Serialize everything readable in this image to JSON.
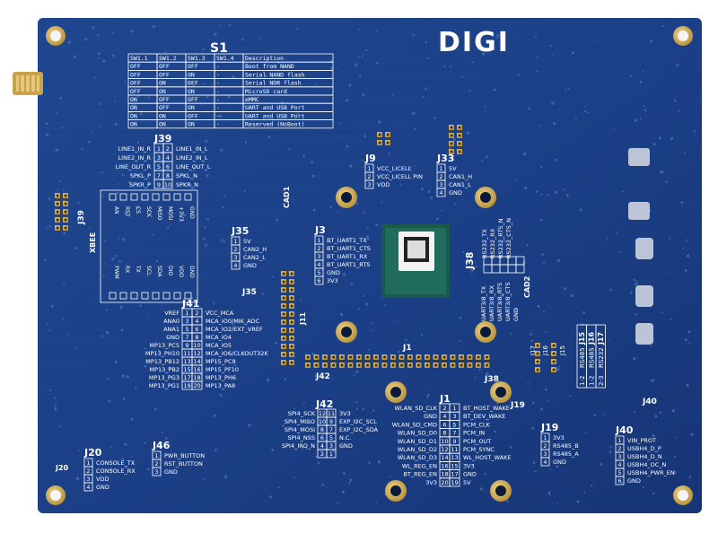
{
  "brand": "DIGI",
  "colors": {
    "pcb": "#1c3f8a",
    "pcb_dark": "#142f6b",
    "silk": "#ffffff",
    "gold": "#c9a24a",
    "hole": "#0c1a3a"
  },
  "s1": {
    "title": "S1",
    "headers": [
      "SW1.1",
      "SW1.2",
      "SW1.3",
      "SW1.4",
      "Description"
    ],
    "rows": [
      [
        "OFF",
        "OFF",
        "OFF",
        "-",
        "Boot from NAND"
      ],
      [
        "OFF",
        "OFF",
        "ON",
        "-",
        "Serial NAND flash"
      ],
      [
        "OFF",
        "ON",
        "OFF",
        "-",
        "Serial NOR flash"
      ],
      [
        "OFF",
        "ON",
        "ON",
        "-",
        "MicroSD card"
      ],
      [
        "ON",
        "OFF",
        "OFF",
        "-",
        "eMMC"
      ],
      [
        "ON",
        "OFF",
        "ON",
        "-",
        "UART and USB Port"
      ],
      [
        "ON",
        "ON",
        "OFF",
        "-",
        "UART and USB Port"
      ],
      [
        "ON",
        "ON",
        "ON",
        "-",
        "Reserved (NoBoot)"
      ]
    ]
  },
  "j39": {
    "title": "J39",
    "side_label": "J39",
    "left": [
      "LINE1_IN_R",
      "LINE2_IN_R",
      "LINE_OUT_R",
      "SPKL_P",
      "SPKR_P"
    ],
    "right": [
      "LINE1_IN_L",
      "LINE2_IN_L",
      "LINE_OUT_L",
      "SPKL_N",
      "SPKR_N"
    ],
    "pins_left": [
      "1",
      "3",
      "5",
      "7",
      "9"
    ],
    "pins_right": [
      "2",
      "4",
      "6",
      "8",
      "10"
    ]
  },
  "xbee": {
    "title": "XBEE",
    "top_pins": [
      "PWM",
      "RX",
      "TX",
      "SCL",
      "SDA",
      "DIO",
      "VDD",
      "GND"
    ],
    "bot_pins": [
      "AN",
      "RST",
      "CS",
      "SCK",
      "MISO",
      "MOSI",
      "+3V3",
      "GND"
    ]
  },
  "cad1": "CAD1",
  "cad2": "CAD2",
  "j9": {
    "title": "J9",
    "pins": [
      "1",
      "2",
      "3"
    ],
    "labels": [
      "VCC_LICELL",
      "VCC_LICELL PIN",
      "VDD"
    ]
  },
  "j33": {
    "title": "J33",
    "pins": [
      "1",
      "2",
      "3",
      "4"
    ],
    "labels": [
      "5V",
      "CAN1_H",
      "CAN1_L",
      "GND"
    ]
  },
  "j35": {
    "title": "J35",
    "pins": [
      "1",
      "2",
      "3",
      "4"
    ],
    "labels": [
      "5V",
      "CAN2_H",
      "CAN2_L",
      "GND"
    ]
  },
  "j3": {
    "title": "J3",
    "pins": [
      "1",
      "2",
      "3",
      "4",
      "5",
      "6"
    ],
    "labels": [
      "BT_UART1_TX",
      "BT_UART1_CTS",
      "BT_UART1_RX",
      "BT_UART1_RTS",
      "GND",
      "3V3"
    ]
  },
  "j38": {
    "title": "J38",
    "labels_top": [
      "RS232_TX",
      "RS232_RX",
      "RS232_RTS_N",
      "RS232_CTS_N"
    ],
    "labels_bot": [
      "UART3/8_TX",
      "UART3/8_RX",
      "UART3/8_RTS",
      "UART3/8_CTS",
      "GND"
    ]
  },
  "j41": {
    "title": "J41",
    "pins_left": [
      "1",
      "3",
      "5",
      "7",
      "9",
      "11",
      "13",
      "15",
      "17",
      "19"
    ],
    "pins_right": [
      "2",
      "4",
      "6",
      "8",
      "10",
      "12",
      "14",
      "16",
      "18",
      "20"
    ],
    "left": [
      "VREF",
      "ANA0",
      "ANA1",
      "GND",
      "MP13_PC5",
      "MP13_PH10",
      "MP13_PB12",
      "MP13_PB2",
      "MP13_PG3",
      "MP13_PG1"
    ],
    "right": [
      "VCC_MCA",
      "MCA_IO0/MIK_ADC",
      "MCA_IO2/EXT_VREF",
      "MCA_IO4",
      "MCA_IO5",
      "MCA_IO6/CLKOUT32K",
      "MP15_PC9",
      "MP15_PF10",
      "MP13_PH6",
      "MP13_PA8"
    ]
  },
  "j42": {
    "title": "J42",
    "pins_left": [
      "12",
      "10",
      "8",
      "6",
      "4",
      "2"
    ],
    "pins_right": [
      "11",
      "9",
      "7",
      "5",
      "3",
      "1"
    ],
    "left": [
      "SPI4_SCK",
      "SPI4_MISO",
      "SPI4_MOSI",
      "SPI4_NSS",
      "SPI4_IRQ_N",
      ""
    ],
    "right": [
      "3V3",
      "EXP_I2C_SCL",
      "EXP_I2C_SDA",
      "N.C.",
      "GND",
      ""
    ]
  },
  "j1": {
    "title": "J1",
    "pins_left": [
      "2",
      "4",
      "6",
      "8",
      "10",
      "12",
      "14",
      "16",
      "18",
      "20"
    ],
    "pins_right": [
      "1",
      "3",
      "5",
      "7",
      "9",
      "11",
      "13",
      "15",
      "17",
      "19"
    ],
    "left": [
      "WLAN_SD_CLK",
      "GND",
      "WLAN_SD_CMD",
      "WLAN_SD_D0",
      "WLAN_SD_D1",
      "WLAN_SD_D2",
      "WLAN_SD_D3",
      "WL_REG_EN",
      "BT_REG_EN",
      "3V3"
    ],
    "right": [
      "BT_HOST_WAKE",
      "BT_DEV_WAKE",
      "PCM_CLK",
      "PCM_IN",
      "PCM_OUT",
      "PCM_SYNC",
      "WL_HOST_WAKE",
      "3V3",
      "GND",
      "5V"
    ]
  },
  "j19": {
    "title": "J19",
    "pins": [
      "1",
      "2",
      "3",
      "4"
    ],
    "labels": [
      "3V3",
      "RS485_B",
      "RS485_A",
      "GND"
    ]
  },
  "j40": {
    "title": "J40",
    "pins": [
      "1",
      "2",
      "3",
      "4",
      "5",
      "6"
    ],
    "labels": [
      "VIN_PROT",
      "USBH4_D_P",
      "USBH4_D_N",
      "USBH4_OC_N",
      "USBH4_PWR_EN",
      "GND"
    ]
  },
  "j20": {
    "title": "J20",
    "pins": [
      "1",
      "2",
      "3",
      "4"
    ],
    "labels": [
      "CONSOLE_TX",
      "CONSOLE_RX",
      "VDD",
      "GND"
    ]
  },
  "j46": {
    "title": "J46",
    "pins": [
      "1",
      "2",
      "3"
    ],
    "labels": [
      "PWR_BUTTON",
      "RST_BUTTON",
      "GND"
    ]
  },
  "jumpers": {
    "headers": [
      "J15",
      "J16",
      "J17"
    ],
    "row1": [
      "RS485",
      "RS485",
      "RS232"
    ],
    "row2": [
      "1-2",
      "1-2",
      "2-3"
    ]
  },
  "misc_labels": {
    "j11": "J11",
    "j15": "J15",
    "j16": "J16",
    "j17": "J17",
    "j19b": "J19",
    "j20b": "J20",
    "j35b": "J35",
    "j40b": "J40",
    "j1b": "J1",
    "j42b": "J42",
    "j38b": "J38"
  }
}
